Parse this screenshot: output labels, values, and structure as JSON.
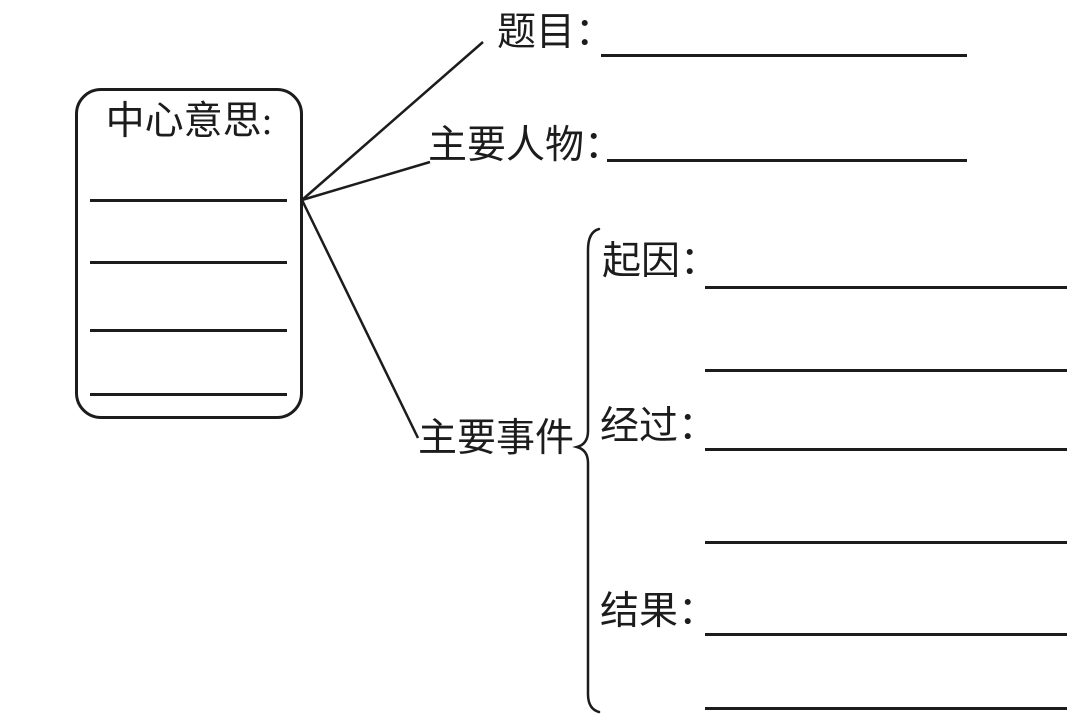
{
  "diagram": {
    "type": "reading-summary graphic organizer (story map)",
    "center_box": {
      "title": "中心意思:",
      "blank_line_count": 4
    },
    "branches": {
      "title": {
        "label": "题目：",
        "blank_line_count": 1
      },
      "characters": {
        "label": "主要人物：",
        "blank_line_count": 1
      },
      "events": {
        "label": "主要事件",
        "items": [
          {
            "label": "起因：",
            "blank_line_count": 2
          },
          {
            "label": "经过：",
            "blank_line_count": 2
          },
          {
            "label": "结果：",
            "blank_line_count": 2
          }
        ]
      }
    },
    "colors": {
      "ink": "#1c1c1c",
      "background": "#ffffff"
    }
  }
}
